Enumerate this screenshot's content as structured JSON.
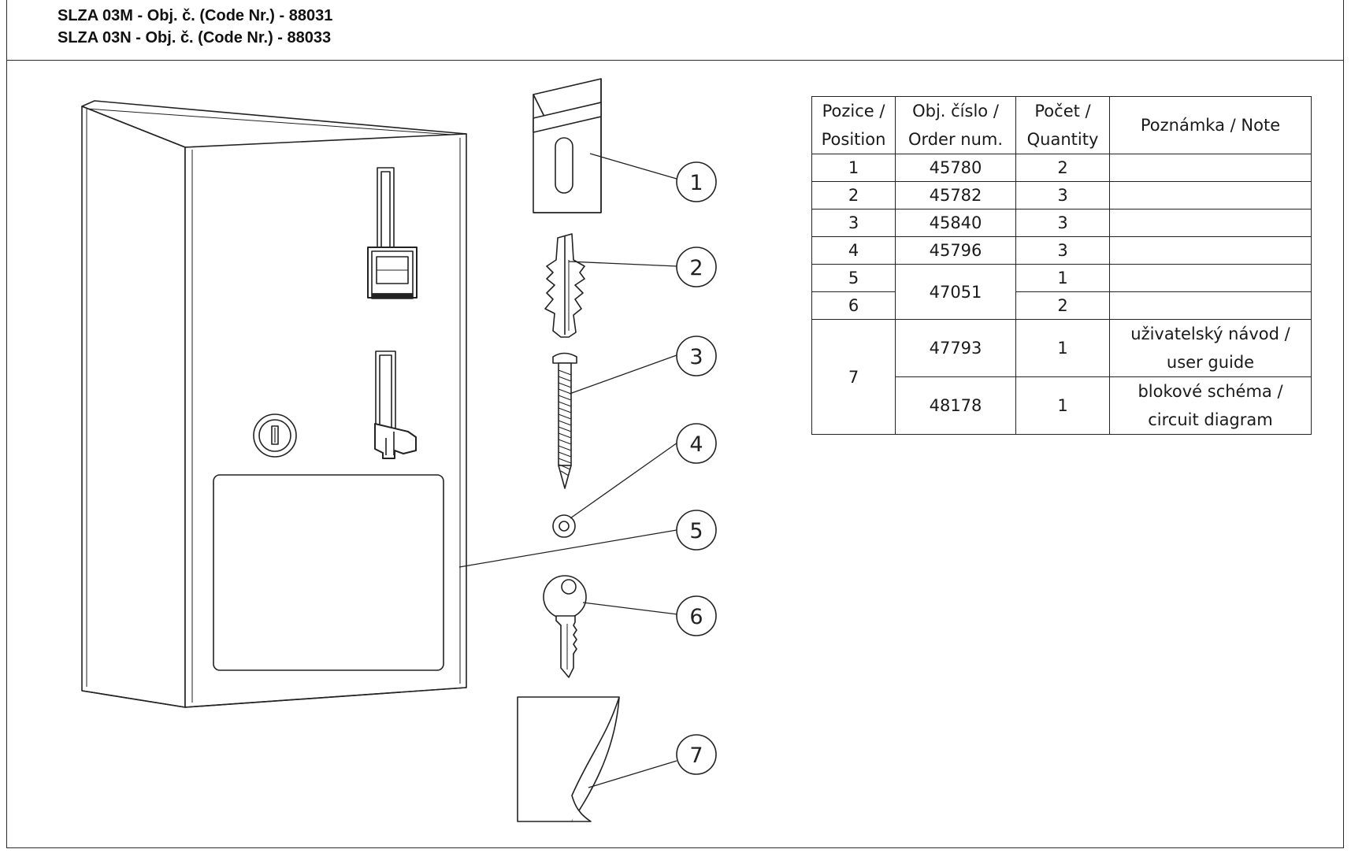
{
  "header": {
    "line1": "SLZA 03M - Obj. č. (Code Nr.) - 88031",
    "line2": "SLZA 03N - Obj. č. (Code Nr.) - 88033"
  },
  "callouts": [
    "1",
    "2",
    "3",
    "4",
    "5",
    "6",
    "7"
  ],
  "table": {
    "headers": {
      "position_line1": "Pozice /",
      "position_line2": "Position",
      "order_line1": "Obj. číslo /",
      "order_line2": "Order num.",
      "quantity_line1": "Počet /",
      "quantity_line2": "Quantity",
      "note": "Poznámka / Note"
    },
    "rows": [
      {
        "position": "1",
        "order": "45780",
        "quantity": "2",
        "note": ""
      },
      {
        "position": "2",
        "order": "45782",
        "quantity": "3",
        "note": ""
      },
      {
        "position": "3",
        "order": "45840",
        "quantity": "3",
        "note": ""
      },
      {
        "position": "4",
        "order": "45796",
        "quantity": "3",
        "note": ""
      },
      {
        "position": "5",
        "order": "47051",
        "quantity": "1",
        "note": ""
      },
      {
        "position": "6",
        "order": "",
        "quantity": "2",
        "note": ""
      },
      {
        "position": "7",
        "order": "47793",
        "quantity": "1",
        "note_line1": "uživatelský návod /",
        "note_line2": "user guide"
      },
      {
        "position": "",
        "order": "48178",
        "quantity": "1",
        "note_line1": "blokové schéma /",
        "note_line2": "circuit diagram"
      }
    ]
  }
}
